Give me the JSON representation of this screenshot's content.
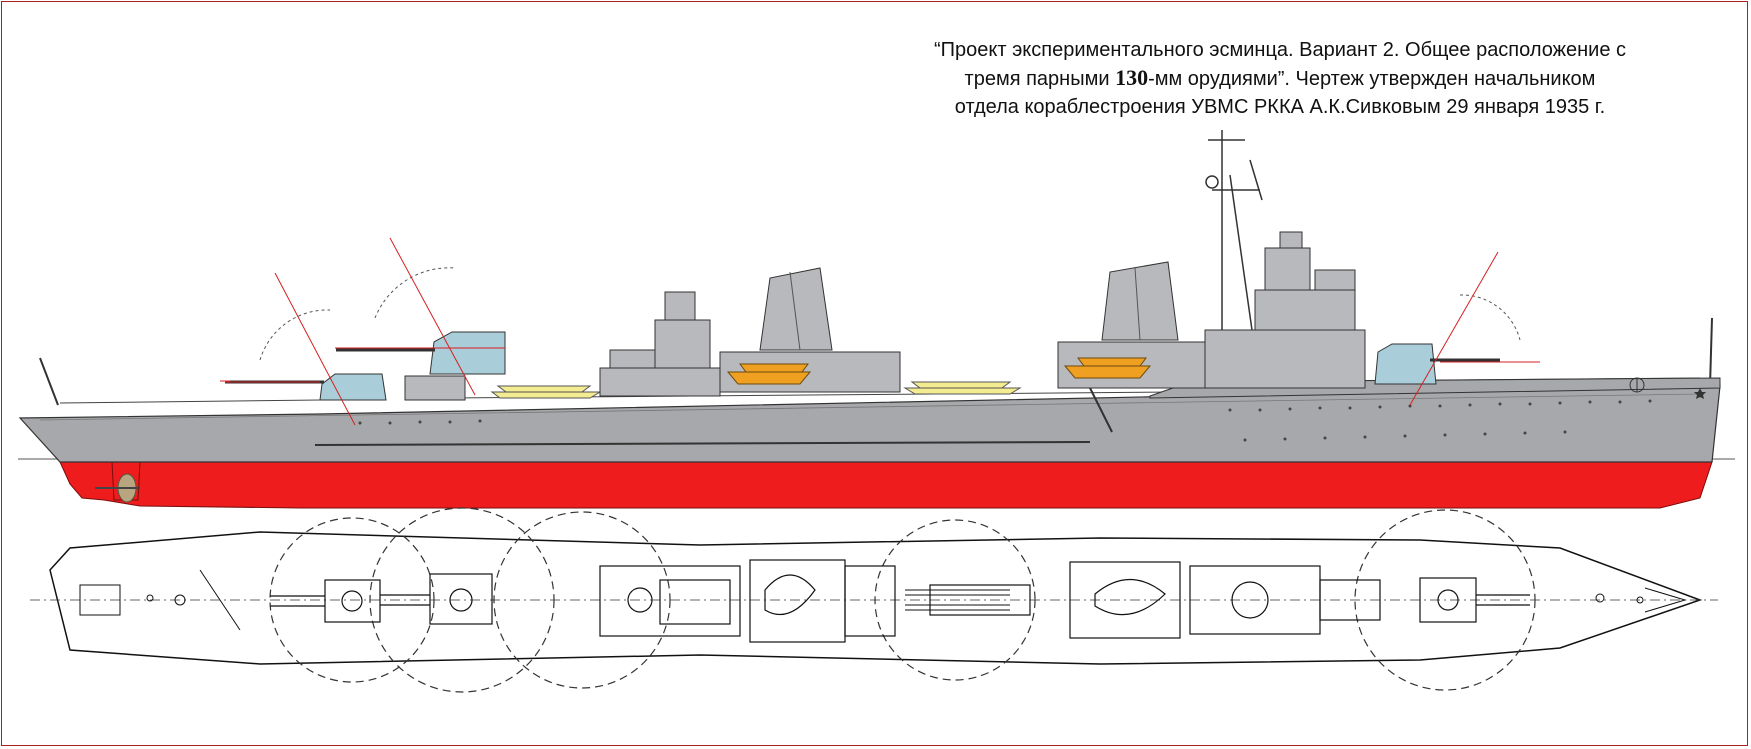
{
  "caption": {
    "line1": "“Проект экспериментального эсминца. Вариант 2. Общее расположение с",
    "line2_before": "тремя парными ",
    "line2_number": "130",
    "line2_after": "-мм орудиями”. Чертеж утвержден начальником",
    "line3": "отдела кораблестроения УВМС РККА А.К.Сивковым 29 января 1935 г."
  },
  "colors": {
    "hull_gray": "#a7a8ab",
    "superstructure_gray": "#b8b9bc",
    "underwater_red": "#ee1c1c",
    "turret_blue": "#a9cdd9",
    "boat_yellow": "#f4ec90",
    "boat_orange": "#f0a020",
    "line_dark": "#333333",
    "firing_arc_red": "#d62020",
    "frame_border": "#b02020"
  }
}
